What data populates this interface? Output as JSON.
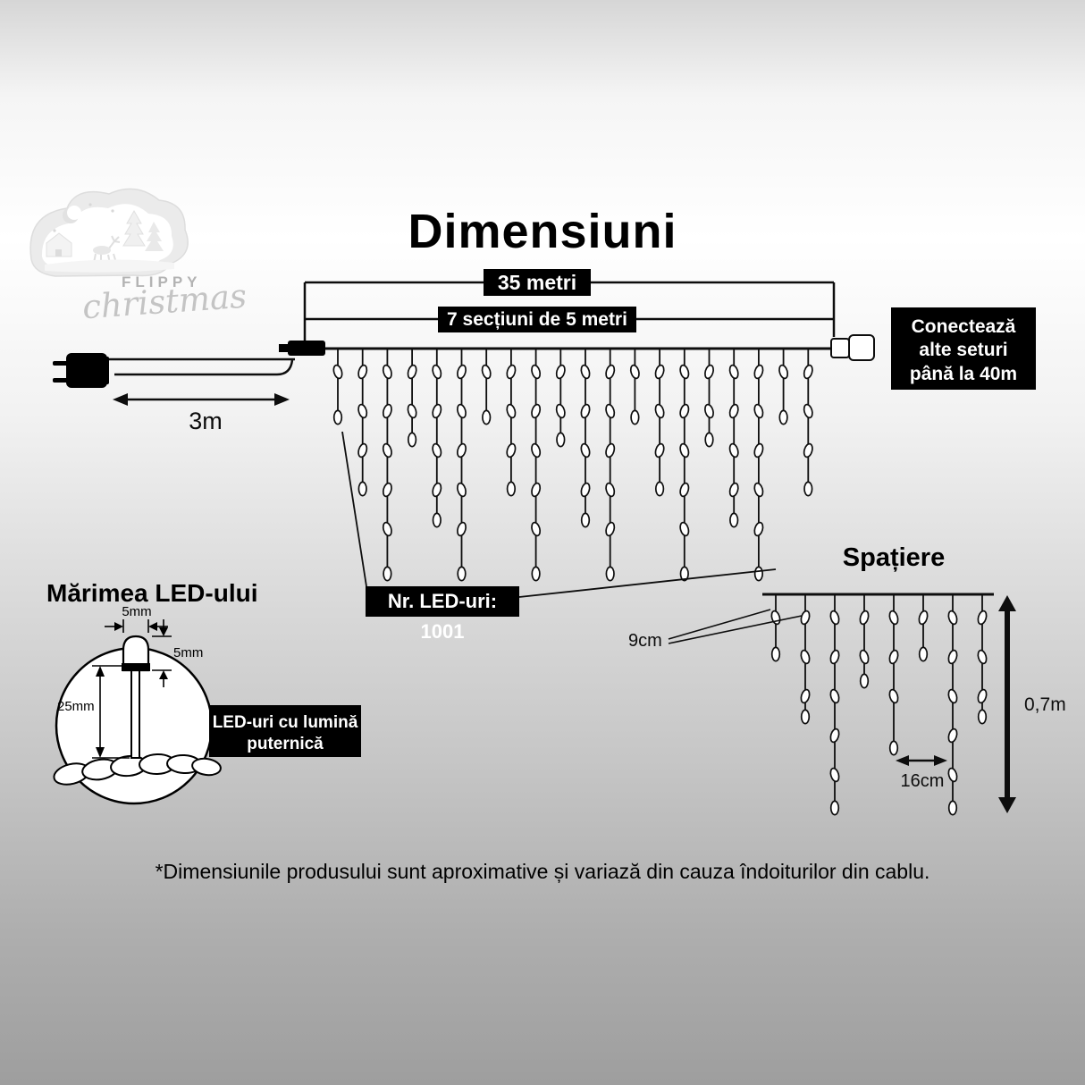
{
  "title": "Dimensiuni",
  "logo": {
    "brand_top": "FLIPPY",
    "brand_script": "christmas"
  },
  "main_diagram": {
    "total_length_label": "35 metri",
    "sections_label": "7 secțiuni de 5 metri",
    "lead_length_label": "3m",
    "led_count_label": "Nr. LED-uri: 1001",
    "connect_box": {
      "line1": "Conectează",
      "line2": "alte seturi",
      "line3": "până la 40m"
    }
  },
  "led_size": {
    "heading": "Mărimea LED-ului",
    "width_label": "5mm",
    "cap_label": "5mm",
    "length_label": "25mm",
    "callout_line1": "LED-uri cu lumină",
    "callout_line2": "puternică"
  },
  "spacing": {
    "heading": "Spațiere",
    "drop_spacing_label": "9cm",
    "led_spacing_label": "16cm",
    "drop_length_label": "0,7m"
  },
  "footnote": "*Dimensiunile produsului sunt aproximative și variază din cauza îndoiturilor din cablu.",
  "colors": {
    "label_bg": "#000000",
    "label_text": "#ffffff",
    "line": "#0d0d0d",
    "bulb_fill": "#ffffff"
  }
}
